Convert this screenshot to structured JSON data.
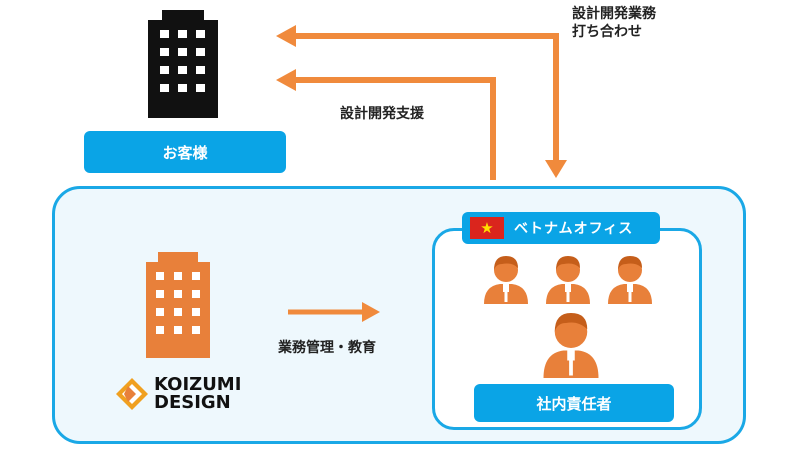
{
  "customer": {
    "label": "お客様"
  },
  "arrows": {
    "consultation_label_line1": "設計開発業務",
    "consultation_label_line2": "打ち合わせ",
    "support_label": "設計開発支援",
    "management_label": "業務管理・教育"
  },
  "vietnam_office": {
    "label": "ベトナムオフィス",
    "manager_label": "社内責任者"
  },
  "company_logo": {
    "line1": "KOIZUMI",
    "line2": "DESIGN"
  },
  "colors": {
    "accent_blue": "#0aa4e6",
    "box_border": "#1aa8e6",
    "box_fill": "#eef8fd",
    "arrow_orange": "#f08a3c",
    "building_orange": "#e8803a",
    "building_black": "#111111",
    "flag_red": "#da251d",
    "flag_star": "#ffde00"
  },
  "icons": [
    "customer-building-icon",
    "company-building-icon",
    "vietnam-flag-icon",
    "staff-person-icon",
    "manager-person-icon",
    "koizumi-logo-icon"
  ]
}
